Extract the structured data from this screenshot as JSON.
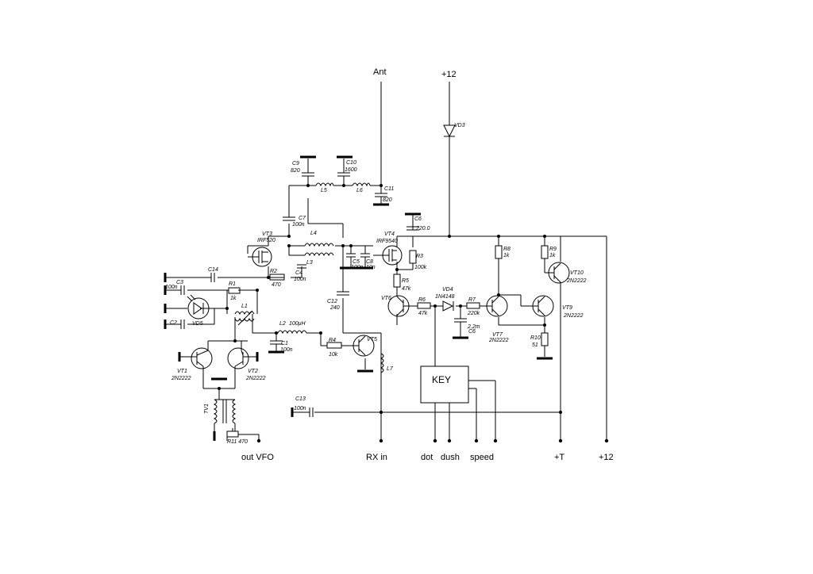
{
  "terminals": {
    "ant": "Ant",
    "plus12_top": "+12",
    "out_vfo": "out VFO",
    "rx_in": "RX in",
    "dot": "dot",
    "dush": "dush",
    "speed": "speed",
    "plus_t": "+T",
    "plus12_bottom": "+12"
  },
  "key_block": "KEY",
  "components": {
    "vd3": "VD3",
    "c9": "C9",
    "c9_val": "820",
    "c10": "C10",
    "c10_val": "1600",
    "l5": "L5",
    "l6": "L6",
    "c11": "C11",
    "c11_val": "820",
    "c6": "C6",
    "c6_val": "220.0",
    "c7": "C7",
    "c7_val": "100n",
    "vt3": "VT3",
    "vt3_type": "IRF520",
    "l4": "L4",
    "l3": "L3",
    "vt4": "VT4",
    "vt4_type": "IRF9540",
    "r3": "R3",
    "r3_val": "100k",
    "c5": "C5",
    "c5_val": "100n",
    "c8": "C8",
    "c8_val": "10n",
    "c14": "C14",
    "c4": "C4",
    "c4_val": "100n",
    "r2": "R2",
    "r2_val": "470",
    "c3": "C3",
    "c3_val": "100n",
    "r1": "R1",
    "r1_val": "1k",
    "l1": "L1",
    "vd5": "VD5",
    "c2": "C2",
    "r5": "R5",
    "r5_val": "47k",
    "c12": "C12",
    "c12_val": "240",
    "vt6": "VT6",
    "r6": "R6",
    "r6_val": "47k",
    "vd4": "VD4",
    "vd4_type": "1N4148",
    "r7": "R7",
    "r7_val": "220k",
    "c6b": "C6",
    "c6b_val": "2.2m",
    "r8": "R8",
    "r8_val": "1k",
    "r9": "R9",
    "r9_val": "1k",
    "vt10": "VT10",
    "vt10_type": "2N2222",
    "vt9": "VT9",
    "vt9_type": "2N2222",
    "vt7": "VT7",
    "vt7_type": "2N2222",
    "r10": "R10",
    "r10_val": "51",
    "l2": "L2",
    "l2_val": "100μH",
    "c1": "C1",
    "c1_val": "100n",
    "r4": "R4",
    "r4_val": "10k",
    "vt5": "VT5",
    "l7": "L7",
    "vt1": "VT1",
    "vt1_type": "2N2222",
    "vt2": "VT2",
    "vt2_type": "2N2222",
    "tv1": "TV1",
    "c13": "C13",
    "c13_val": "100n",
    "r11": "R11 470"
  }
}
